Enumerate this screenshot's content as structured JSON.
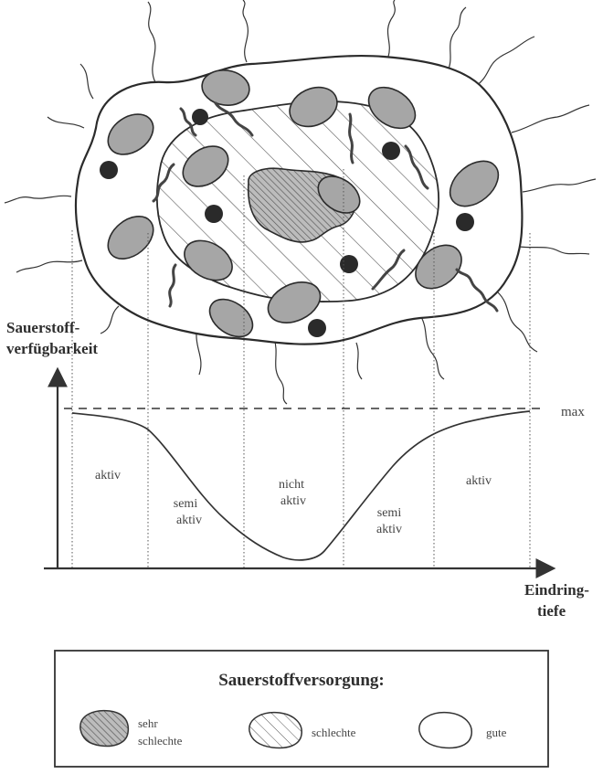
{
  "axis": {
    "y_label_line1": "Sauerstoff-",
    "y_label_line2": "verfügbarkeit",
    "x_label_line1": "Eindring-",
    "x_label_line2": "tiefe",
    "max_label": "max"
  },
  "zones": [
    {
      "line1": "aktiv",
      "line2": ""
    },
    {
      "line1": "semi",
      "line2": "aktiv"
    },
    {
      "line1": "nicht",
      "line2": "aktiv"
    },
    {
      "line1": "semi",
      "line2": "aktiv"
    },
    {
      "line1": "aktiv",
      "line2": ""
    }
  ],
  "legend": {
    "title": "Sauerstoffversorgung:",
    "items": [
      {
        "line1": "sehr",
        "line2": "schlechte",
        "fill": "dense-hatch"
      },
      {
        "line1": "schlechte",
        "line2": "",
        "fill": "sparse-hatch"
      },
      {
        "line1": "gute",
        "line2": "",
        "fill": "none"
      }
    ]
  },
  "colors": {
    "cell": "#a6a6a6",
    "dot": "#2a2a2a",
    "line": "#333333"
  }
}
